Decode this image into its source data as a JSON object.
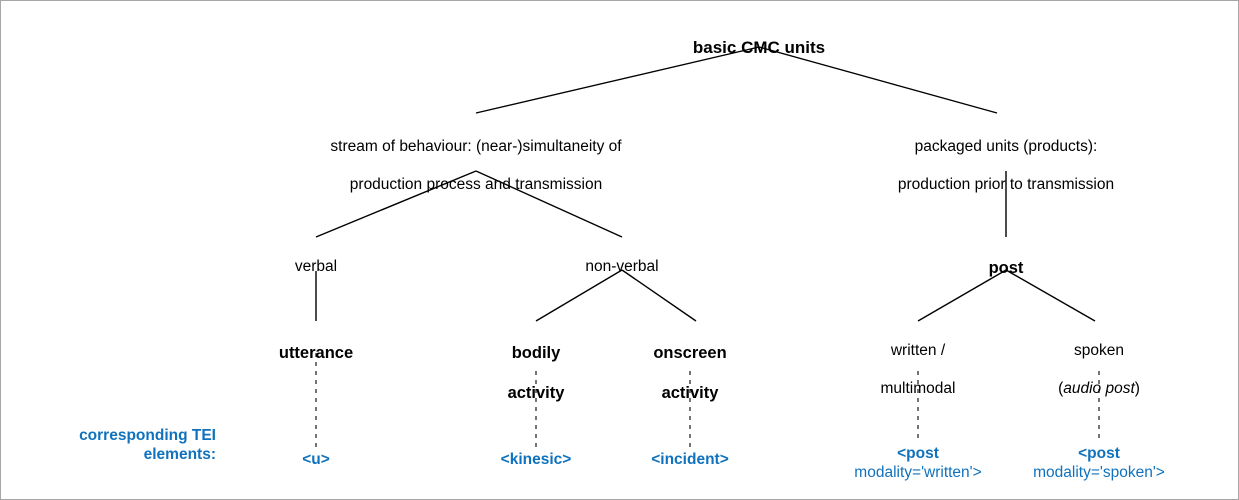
{
  "diagram": {
    "title_node": {
      "label": "basic CMC units"
    },
    "level2": [
      {
        "id": "stream",
        "line1": "stream of behaviour: (near-)simultaneity of",
        "line2": "production process and transmission"
      },
      {
        "id": "packaged",
        "line1": "packaged units (products):",
        "line2": "production prior to transmission"
      }
    ],
    "level3": [
      {
        "id": "verbal",
        "label": "verbal"
      },
      {
        "id": "non-verbal",
        "label": "non-verbal"
      },
      {
        "id": "post",
        "label": "post"
      }
    ],
    "level4": [
      {
        "id": "utterance",
        "line1": "utterance",
        "line2": ""
      },
      {
        "id": "bodily-activity",
        "line1": "bodily",
        "line2": "activity"
      },
      {
        "id": "onscreen-activity",
        "line1": "onscreen",
        "line2": "activity"
      },
      {
        "id": "written-multimodal",
        "line1": "written /",
        "line2": "multimodal"
      },
      {
        "id": "spoken",
        "line1": "spoken",
        "line2_pre": "(",
        "line2_italic": "audio post",
        "line2_post": ")"
      }
    ],
    "tei_row": {
      "label_line1": "corresponding TEI",
      "label_line2": "elements:",
      "color": "#1072bd",
      "items": [
        {
          "id": "u",
          "tag": "<u>",
          "attr": ""
        },
        {
          "id": "kinesic",
          "tag": "<kinesic>",
          "attr": ""
        },
        {
          "id": "incident",
          "tag": "<incident>",
          "attr": ""
        },
        {
          "id": "post-written",
          "tag": "<post",
          "attr": "modality='written'>"
        },
        {
          "id": "post-spoken",
          "tag": "<post",
          "attr": "modality='spoken'>"
        }
      ]
    },
    "colors": {
      "line": "#000000",
      "text": "#000000",
      "tei": "#1072bd",
      "border": "#a6a6a6",
      "background": "#ffffff"
    }
  }
}
